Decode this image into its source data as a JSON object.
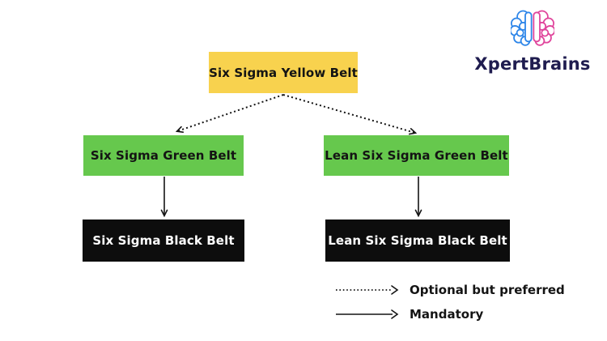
{
  "diagram": {
    "title_context": "Six Sigma certification path flowchart",
    "nodes": [
      {
        "id": "six-sigma-yellow-belt",
        "label": "Six Sigma Yellow Belt",
        "bg": "#F8D24E",
        "text_color": "#141414"
      },
      {
        "id": "six-sigma-green-belt",
        "label": "Six Sigma Green Belt",
        "bg": "#66C84D",
        "text_color": "#141414"
      },
      {
        "id": "lean-six-sigma-green-belt",
        "label": "Lean Six Sigma Green Belt",
        "bg": "#66C84D",
        "text_color": "#141414"
      },
      {
        "id": "six-sigma-black-belt",
        "label": "Six Sigma Black Belt",
        "bg": "#0D0D0D",
        "text_color": "#ffffff"
      },
      {
        "id": "lean-six-sigma-black-belt",
        "label": "Lean Six Sigma Black Belt",
        "bg": "#0D0D0D",
        "text_color": "#ffffff"
      }
    ],
    "connections": [
      {
        "from": "six-sigma-yellow-belt",
        "to": "six-sigma-green-belt",
        "type": "optional-but-preferred",
        "line": "dotted"
      },
      {
        "from": "six-sigma-yellow-belt",
        "to": "lean-six-sigma-green-belt",
        "type": "optional-but-preferred",
        "line": "dotted"
      },
      {
        "from": "six-sigma-green-belt",
        "to": "six-sigma-black-belt",
        "type": "mandatory",
        "line": "solid"
      },
      {
        "from": "lean-six-sigma-green-belt",
        "to": "lean-six-sigma-black-belt",
        "type": "mandatory",
        "line": "solid"
      }
    ]
  },
  "legend": {
    "items": [
      {
        "line": "dotted",
        "label": "Optional but preferred"
      },
      {
        "line": "solid",
        "label": "Mandatory"
      }
    ]
  },
  "logo": {
    "brand": "XpertBrains",
    "icon": "brain-icon",
    "text_color": "#1F1C4F",
    "brain_left_color": "#2E86E9",
    "brain_right_color": "#E0459C"
  },
  "colors": {
    "background": "#ffffff",
    "yellow_node": "#F8D24E",
    "green_node": "#66C84D",
    "black_node": "#0D0D0D",
    "arrow": "#141414"
  }
}
